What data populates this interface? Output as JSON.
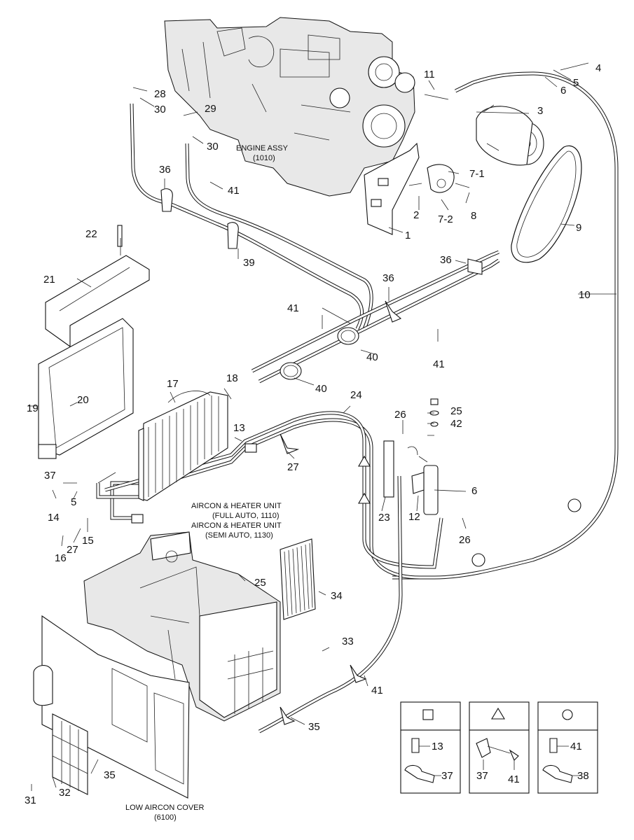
{
  "captions": {
    "engine": [
      "ENGINE ASSY",
      "(1010)"
    ],
    "aircon": [
      "AIRCON & HEATER UNIT",
      "(FULL AUTO, 1110)",
      "AIRCON & HEATER UNIT",
      "(SEMI AUTO, 1130)"
    ],
    "cover": [
      "LOW AIRCON COVER",
      "(6100)"
    ]
  },
  "callouts": [
    "4",
    "5",
    "6",
    "11",
    "3",
    "28",
    "30",
    "29",
    "30",
    "36",
    "41",
    "7-1",
    "2",
    "8",
    "7-2",
    "1",
    "9",
    "22",
    "39",
    "36",
    "21",
    "36",
    "10",
    "41",
    "40",
    "41",
    "40",
    "19",
    "17",
    "18",
    "20",
    "24",
    "25",
    "26",
    "13",
    "42",
    "27",
    "37",
    "5",
    "6",
    "14",
    "23",
    "12",
    "15",
    "27",
    "26",
    "16",
    "25",
    "34",
    "33",
    "41",
    "35",
    "35",
    "31",
    "32",
    "27"
  ],
  "legend": {
    "panel1": [
      "13",
      "37"
    ],
    "panel2": [
      "37",
      "41"
    ],
    "panel3": [
      "41",
      "38"
    ]
  }
}
